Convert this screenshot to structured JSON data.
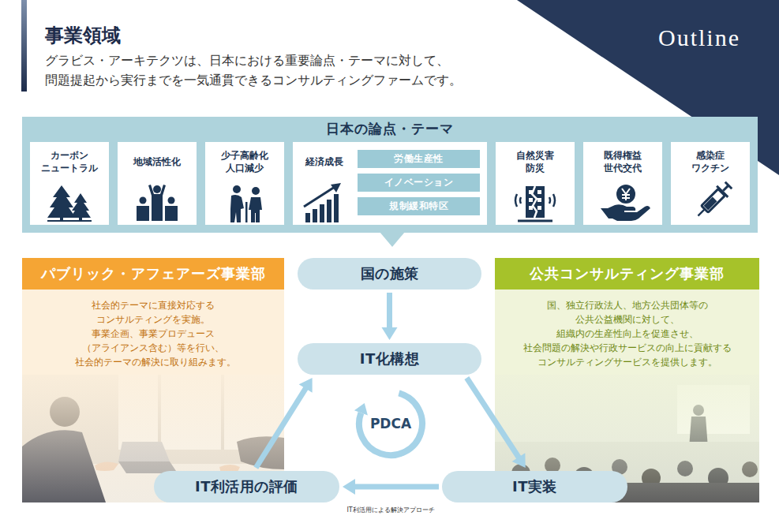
{
  "diagram": {
    "title": "事業領域",
    "caption": "IT利活用による解決アプローチ",
    "nodes": [
      {
        "text": [
          "日本の論点・テーマ"
        ]
      },
      {
        "text": [
          "カーボン ニュートラル"
        ],
        "in": 0
      },
      {
        "text": [
          "地域活性化"
        ],
        "in": 0
      },
      {
        "text": [
          "少子高齢化 人口減少"
        ],
        "in": 0
      },
      {
        "text": [
          "経済成長"
        ],
        "in": 0
      },
      {
        "text": [
          "労働生産性"
        ],
        "in": 4
      },
      {
        "text": [
          "イノベーション"
        ],
        "in": 4
      },
      {
        "text": [
          "規制緩和特区"
        ],
        "in": 4
      },
      {
        "text": [
          "自然災害 防災"
        ],
        "in": 0
      },
      {
        "text": [
          "既得権益 世代交代"
        ],
        "in": 0
      },
      {
        "text": [
          "感染症 ワクチン"
        ],
        "in": 0
      },
      {
        "text": [
          "パブリック・アフェアーズ事業部",
          "社会的テーマに直接対応する コンサルティングを実施。 事業企画、事業プロデュース （アライアンス含む）等を行い、 社会的テーマの解決に取り組みます。"
        ]
      },
      {
        "text": [
          "国の施策"
        ]
      },
      {
        "text": [
          "公共コンサルティング事業部",
          "国、独立行政法人、地方公共団体等の 公共公益機関に対して、 組織内の生産性向上を促進させ、 社会問題の解決や行政サービスの向上に貢献する コンサルティングサービスを提供します。"
        ]
      },
      {
        "text": [
          "IT化構想"
        ]
      },
      {
        "text": [
          "PDCA"
        ]
      },
      {
        "text": [
          "IT利活用の評価"
        ]
      },
      {
        "text": [
          "IT実装"
        ]
      }
    ],
    "edges": [
      {
        "from": 12,
        "to": 14,
        "arrow": "to"
      },
      {
        "from": 14,
        "to": 17,
        "arrow": "to"
      },
      {
        "from": 17,
        "to": 16,
        "arrow": "to"
      },
      {
        "from": 16,
        "to": 14,
        "arrow": "to"
      }
    ],
    "labels": [
      "グラビス・アーキテクツは、日本における重要論点・テーマに対して、",
      "問題提起から実行までを一気通貫できるコンサルティングファームです。",
      "Outline"
    ]
  }
}
